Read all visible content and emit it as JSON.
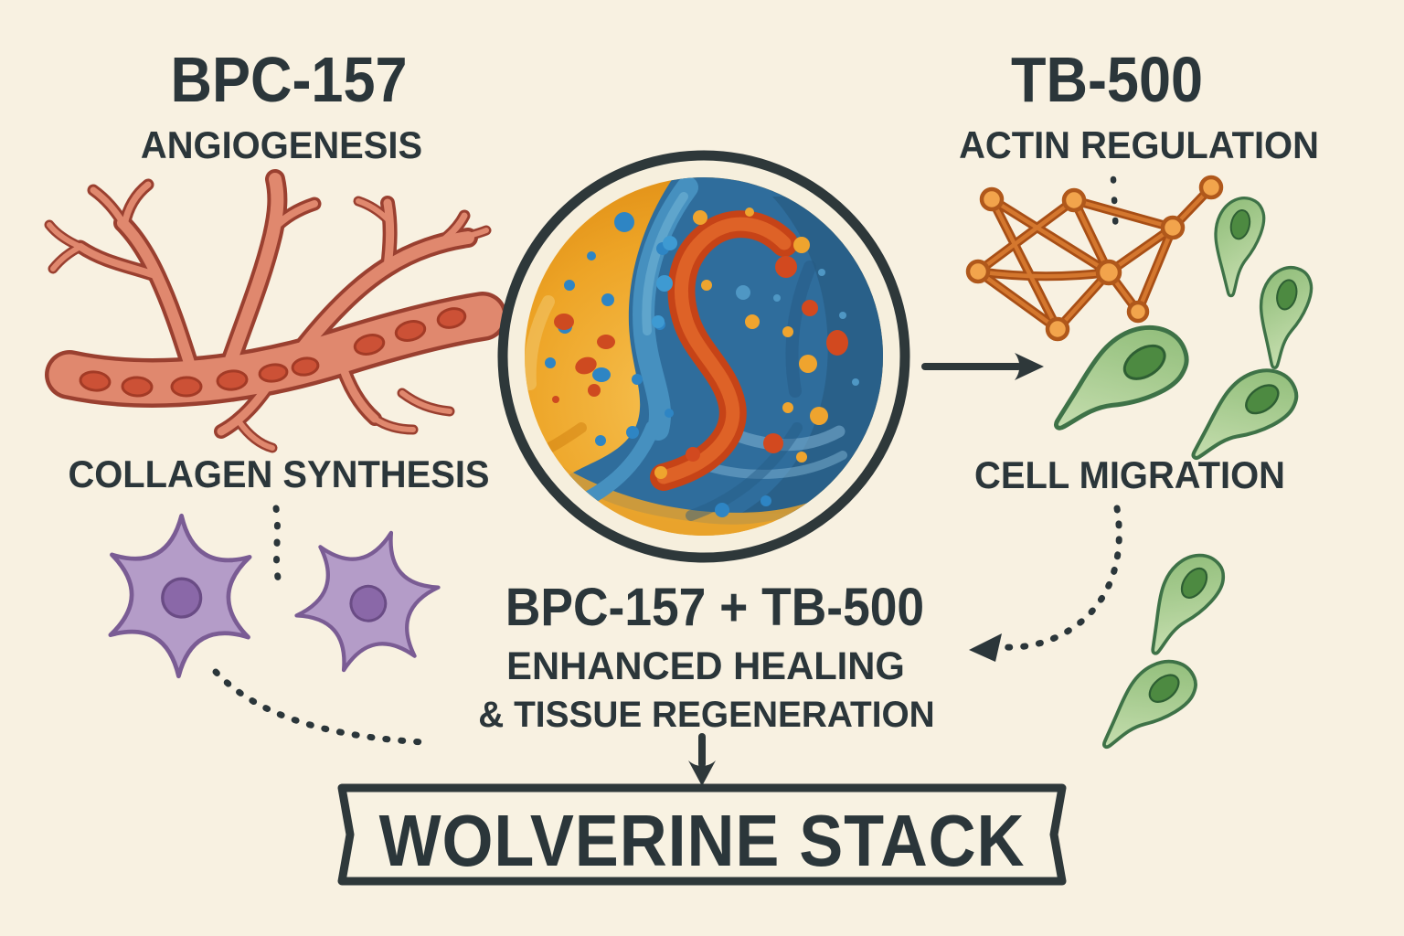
{
  "left_column": {
    "title": "BPC-157",
    "mechanism_top": "ANGIOGENESIS",
    "mechanism_bottom": "COLLAGEN SYNTHESIS"
  },
  "right_column": {
    "title": "TB-500",
    "mechanism_top": "ACTIN REGULATION",
    "mechanism_bottom": "CELL MIGRATION"
  },
  "combination": {
    "title": "BPC-157 + TB-500",
    "benefit_line1": "ENHANCED HEALING",
    "benefit_line2": "& TISSUE REGENERATION"
  },
  "banner": {
    "label": "WOLVERINE STACK"
  },
  "illustrations": {
    "center_dish": "petri-dish-swirl-illustration",
    "blood_vessel": "branching-blood-vessel-illustration",
    "fibroblasts": "fibroblast-star-cells-illustration",
    "actin_network": "actin-filament-network-illustration",
    "migrating_cells": "migrating-green-cells-illustration",
    "arrow_right": "arrow-dish-to-cells",
    "arrow_down": "arrow-to-banner",
    "connectors": [
      "collagen-dotted-line",
      "actin-dotted-line",
      "left-dotted-curve",
      "right-dotted-curve-arrow"
    ]
  },
  "palette": {
    "background": "#f8f1e1",
    "ink": "#2b363a",
    "vessel_fill": "#e0886e",
    "vessel_outline": "#9a4030",
    "blood_cell": "#cc5136",
    "fibroblast_fill": "#b49cc8",
    "fibroblast_outline": "#7a5c94",
    "fibroblast_nucleus": "#8a68a8",
    "dish_orange": "#e8940f",
    "dish_blue": "#2f6d9c",
    "dish_swirl_red": "#c64317",
    "dot_yellow": "#efa42e",
    "dot_red": "#d2491f",
    "dot_blue": "#2e85c4",
    "actin_line": "#c2641f",
    "actin_node": "#f2a44c",
    "green_cell_fill": "#a3c98c",
    "green_cell_outline": "#3e7247",
    "green_cell_nucleus": "#4d8a41"
  }
}
